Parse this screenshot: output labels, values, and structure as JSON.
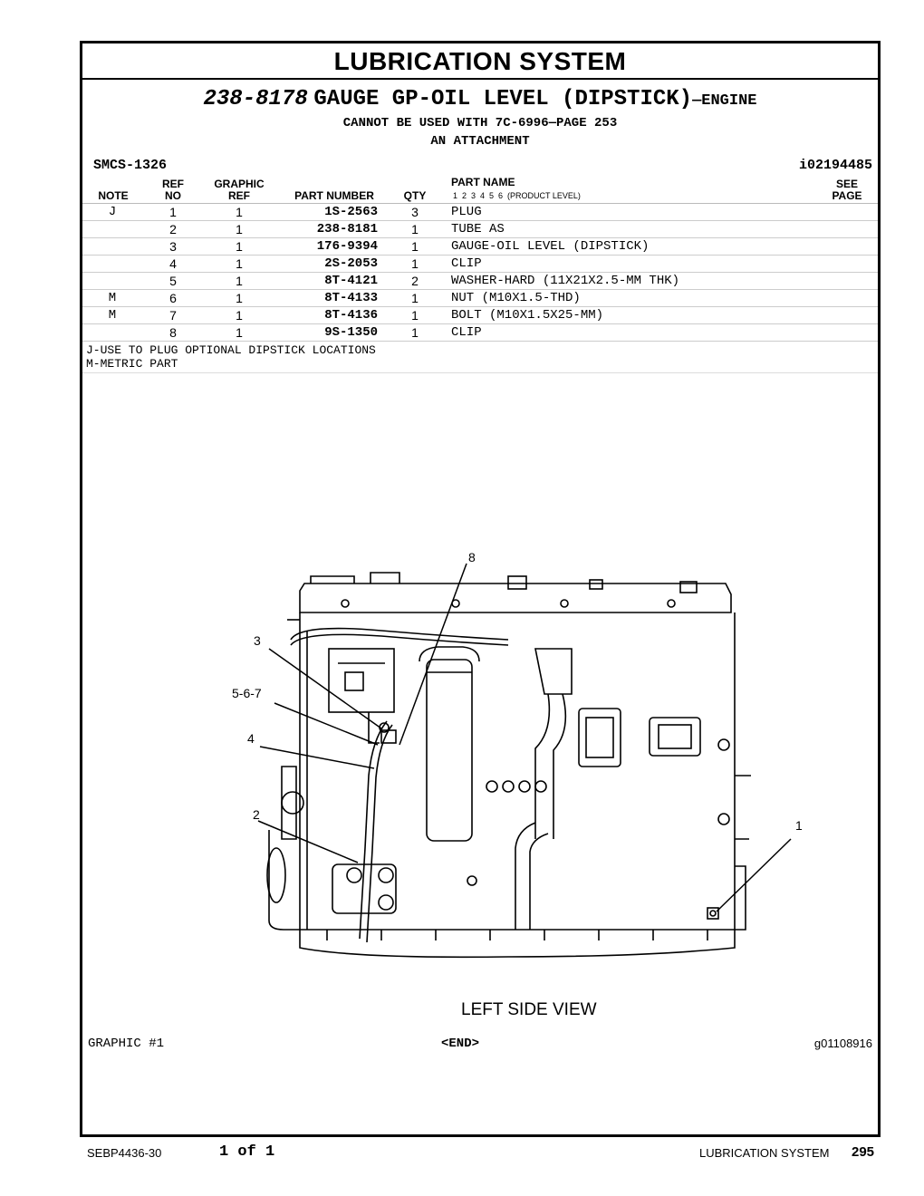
{
  "header": {
    "title": "LUBRICATION SYSTEM",
    "part_number": "238-8178",
    "part_name": "GAUGE GP-OIL LEVEL (DIPSTICK)",
    "suffix": "—ENGINE",
    "note1": "CANNOT BE USED WITH 7C-6996—PAGE 253",
    "note2": "AN ATTACHMENT",
    "smcs": "SMCS-1326",
    "doc_id": "i02194485"
  },
  "table": {
    "headers": {
      "note": "NOTE",
      "ref": "REF",
      "ref2": "NO",
      "graphic": "GRAPHIC",
      "graphic2": "REF",
      "part_number": "PART NUMBER",
      "qty": "QTY",
      "part_name": "PART NAME",
      "product_level": "1  2  3  4  5  6  (PRODUCT LEVEL)",
      "see": "SEE",
      "see2": "PAGE"
    },
    "rows": [
      {
        "note": "J",
        "ref": "1",
        "graphic": "1",
        "pn": "1S-2563",
        "qty": "3",
        "name": "PLUG"
      },
      {
        "note": "",
        "ref": "2",
        "graphic": "1",
        "pn": "238-8181",
        "qty": "1",
        "name": "TUBE AS"
      },
      {
        "note": "",
        "ref": "3",
        "graphic": "1",
        "pn": "176-9394",
        "qty": "1",
        "name": "GAUGE-OIL LEVEL (DIPSTICK)"
      },
      {
        "note": "",
        "ref": "4",
        "graphic": "1",
        "pn": "2S-2053",
        "qty": "1",
        "name": "CLIP"
      },
      {
        "note": "",
        "ref": "5",
        "graphic": "1",
        "pn": "8T-4121",
        "qty": "2",
        "name": "WASHER-HARD (11X21X2.5-MM THK)"
      },
      {
        "note": "M",
        "ref": "6",
        "graphic": "1",
        "pn": "8T-4133",
        "qty": "1",
        "name": "NUT (M10X1.5-THD)"
      },
      {
        "note": "M",
        "ref": "7",
        "graphic": "1",
        "pn": "8T-4136",
        "qty": "1",
        "name": "BOLT (M10X1.5X25-MM)"
      },
      {
        "note": "",
        "ref": "8",
        "graphic": "1",
        "pn": "9S-1350",
        "qty": "1",
        "name": "CLIP"
      }
    ],
    "footnotes": [
      "J-USE TO PLUG OPTIONAL DIPSTICK LOCATIONS",
      "M-METRIC PART"
    ]
  },
  "graphic": {
    "callouts": [
      "8",
      "3",
      "5-6-7",
      "4",
      "2",
      "1"
    ],
    "view_label": "LEFT SIDE VIEW",
    "graphic_no": "GRAPHIC #1",
    "end": "<END>",
    "graphic_id": "g01108916"
  },
  "footer": {
    "doc": "SEBP4436-30",
    "pages": "1 of 1",
    "section": "LUBRICATION SYSTEM",
    "page": "295"
  }
}
